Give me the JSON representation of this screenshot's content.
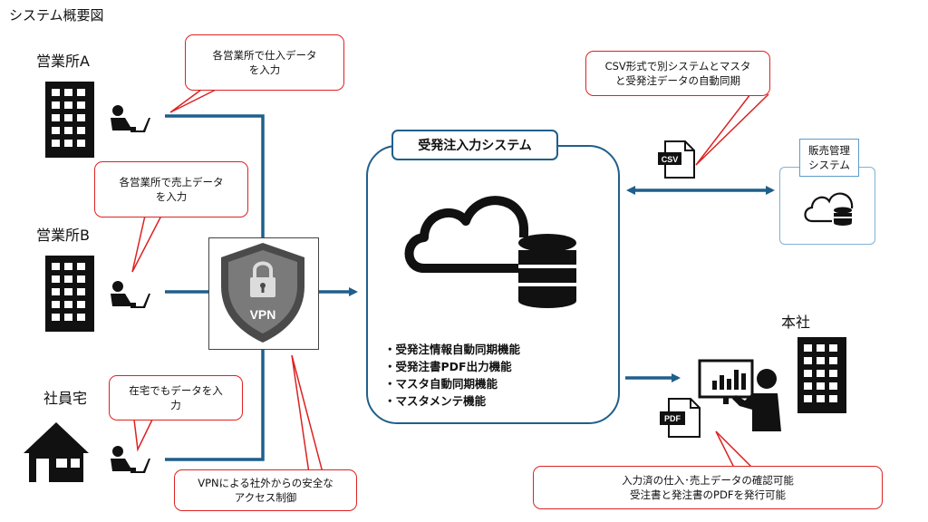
{
  "title": "システム概要図",
  "sites": {
    "branch_a": "営業所A",
    "branch_b": "営業所B",
    "home": "社員宅",
    "hq": "本社"
  },
  "callouts": {
    "purchase_input": "各営業所で仕入データ\nを入力",
    "sales_input": "各営業所で売上データ\nを入力",
    "home_input": "在宅でもデータを入\n力",
    "vpn": "VPNによる社外からの安全な\nアクセス制御",
    "csv_sync": "CSV形式で別システムとマスタ\nと受発注データの自動同期",
    "hq_access": "入力済の仕入･売上データの確認可能\n受注書と発注書のPDFを発行可能"
  },
  "system": {
    "title": "受発注入力システム",
    "features": [
      "・受発注情報自動同期機能",
      "・受発注書PDF出力機能",
      "・マスタ自動同期機能",
      "・マスタメンテ機能"
    ]
  },
  "sales_system": {
    "label": "販売管理\nシステム"
  },
  "icons": {
    "vpn_label": "VPN",
    "csv_label": "CSV",
    "pdf_label": "PDF"
  },
  "colors": {
    "line": "#1f5f8b",
    "callout_border": "#dd2222",
    "icon": "#111111",
    "sales_border": "#7fb2d6"
  }
}
